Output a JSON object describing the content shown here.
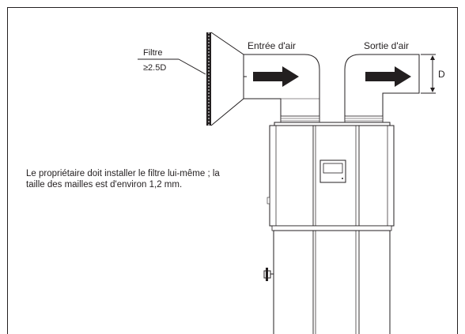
{
  "labels": {
    "filter": "Filtre",
    "filter_distance": "≥2.5D",
    "air_inlet": "Entrée d'air",
    "air_outlet": "Sortie d'air",
    "duct_diameter": "D"
  },
  "note": "Le propriétaire doit installer le filtre lui-même ; la taille des mailles est d'environ 1,2 mm.",
  "colors": {
    "line": "#231f20",
    "arrow": "#231f20",
    "background": "#ffffff"
  }
}
